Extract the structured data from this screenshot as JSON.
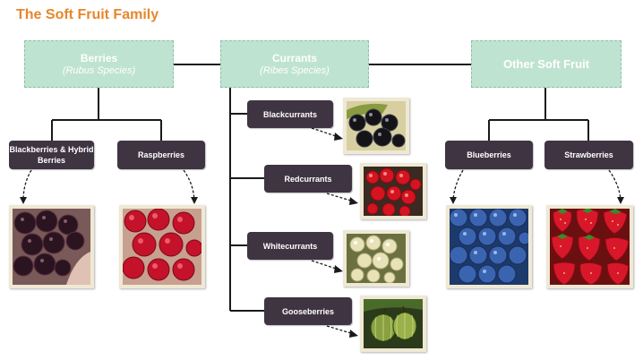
{
  "title": "The Soft Fruit Family",
  "groups": {
    "berries": {
      "label": "Berries",
      "subtitle": "(Rubus Species)"
    },
    "currants": {
      "label": "Currants",
      "subtitle": "(Ribes Species)"
    },
    "other": {
      "label": "Other Soft Fruit"
    }
  },
  "items": {
    "blackberries": "Blackberries & Hybrid Berries",
    "raspberries": "Raspberries",
    "blackcurrants": "Blackcurrants",
    "redcurrants": "Redcurrants",
    "whitecurrants": "Whitecurrants",
    "gooseberries": "Gooseberries",
    "blueberries": "Blueberries",
    "strawberries": "Strawberries"
  },
  "colors": {
    "title": "#e7862a",
    "category_fill": "#bfe3d1",
    "item_fill": "#3f3442",
    "connector": "#1a1a1a"
  }
}
